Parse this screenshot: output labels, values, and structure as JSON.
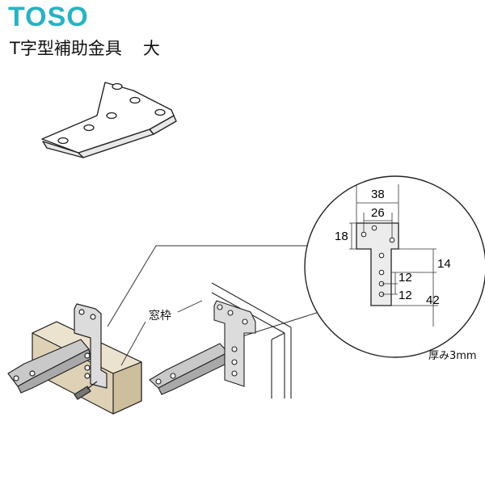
{
  "brand": {
    "logo_text": "TOSO",
    "logo_color": "#25b3c6"
  },
  "product": {
    "name": "T字型補助金具",
    "size_label": "大"
  },
  "labels": {
    "window_frame": "窓枠",
    "thickness": "厚み3mm"
  },
  "dimensions": {
    "overall_width": "38",
    "top_hole_pitch": "26",
    "top_height": "18",
    "step": "14",
    "hole_pitch_a": "12",
    "hole_pitch_b": "12",
    "stem_length": "42"
  }
}
